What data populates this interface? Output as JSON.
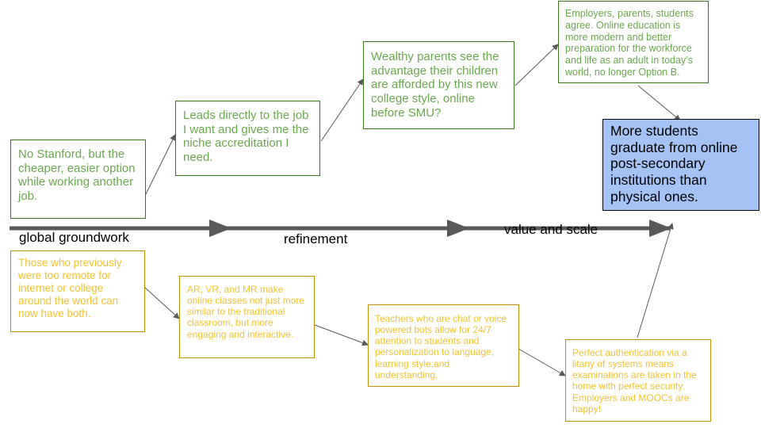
{
  "colors": {
    "green_border": "#38761d",
    "green_text": "#6aa84f",
    "orange_border": "#bf9000",
    "orange_text": "#f1c232",
    "goal_fill": "#a4c2f4",
    "timeline": "#595959"
  },
  "timeline": {
    "labels": [
      "global groundwork",
      "refinement",
      "value and scale"
    ]
  },
  "top_boxes": [
    "No Stanford, but the cheaper, easier option while working another job.",
    "Leads directly to the job I want and gives me the niche accreditation I need.",
    "Wealthy parents see the advantage their children are afforded by this new college style, online before SMU?",
    "Employers, parents, students agree. Online education is more modern and better preparation for the workforce and life as an adult in today’s world, no longer Option B."
  ],
  "bottom_boxes": [
    "Those who previously were too remote for internet or college around the world can now have both.",
    "AR, VR, and MR make online classes not just more similar to the traditional classroom, but more engaging and interactive.",
    "Teachers who are chat or voice powered bots allow for 24/7 attention to students and personalization to language, learning style,and understanding.",
    "Perfect authentication via a litany of systems means examinations are taken in the home with perfect security. Employers and MOOCs are happy!"
  ],
  "goal": "More students graduate from online post-secondary institutions than physical ones."
}
